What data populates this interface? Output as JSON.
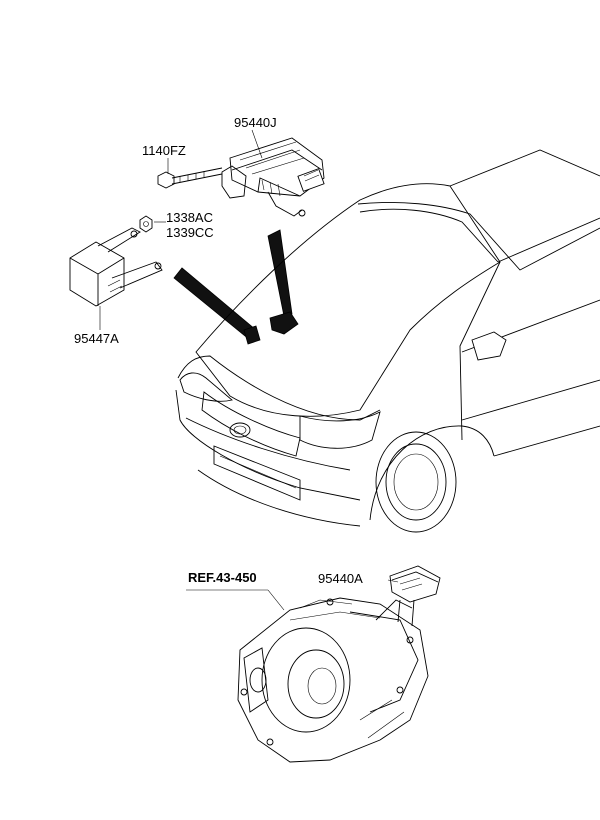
{
  "labels": {
    "part_95440J": "95440J",
    "part_1140FZ": "1140FZ",
    "part_1338AC": "1338AC",
    "part_1339CC": "1339CC",
    "part_95447A": "95447A",
    "part_95440A": "95440A",
    "ref_43_450": "REF.43-450"
  }
}
